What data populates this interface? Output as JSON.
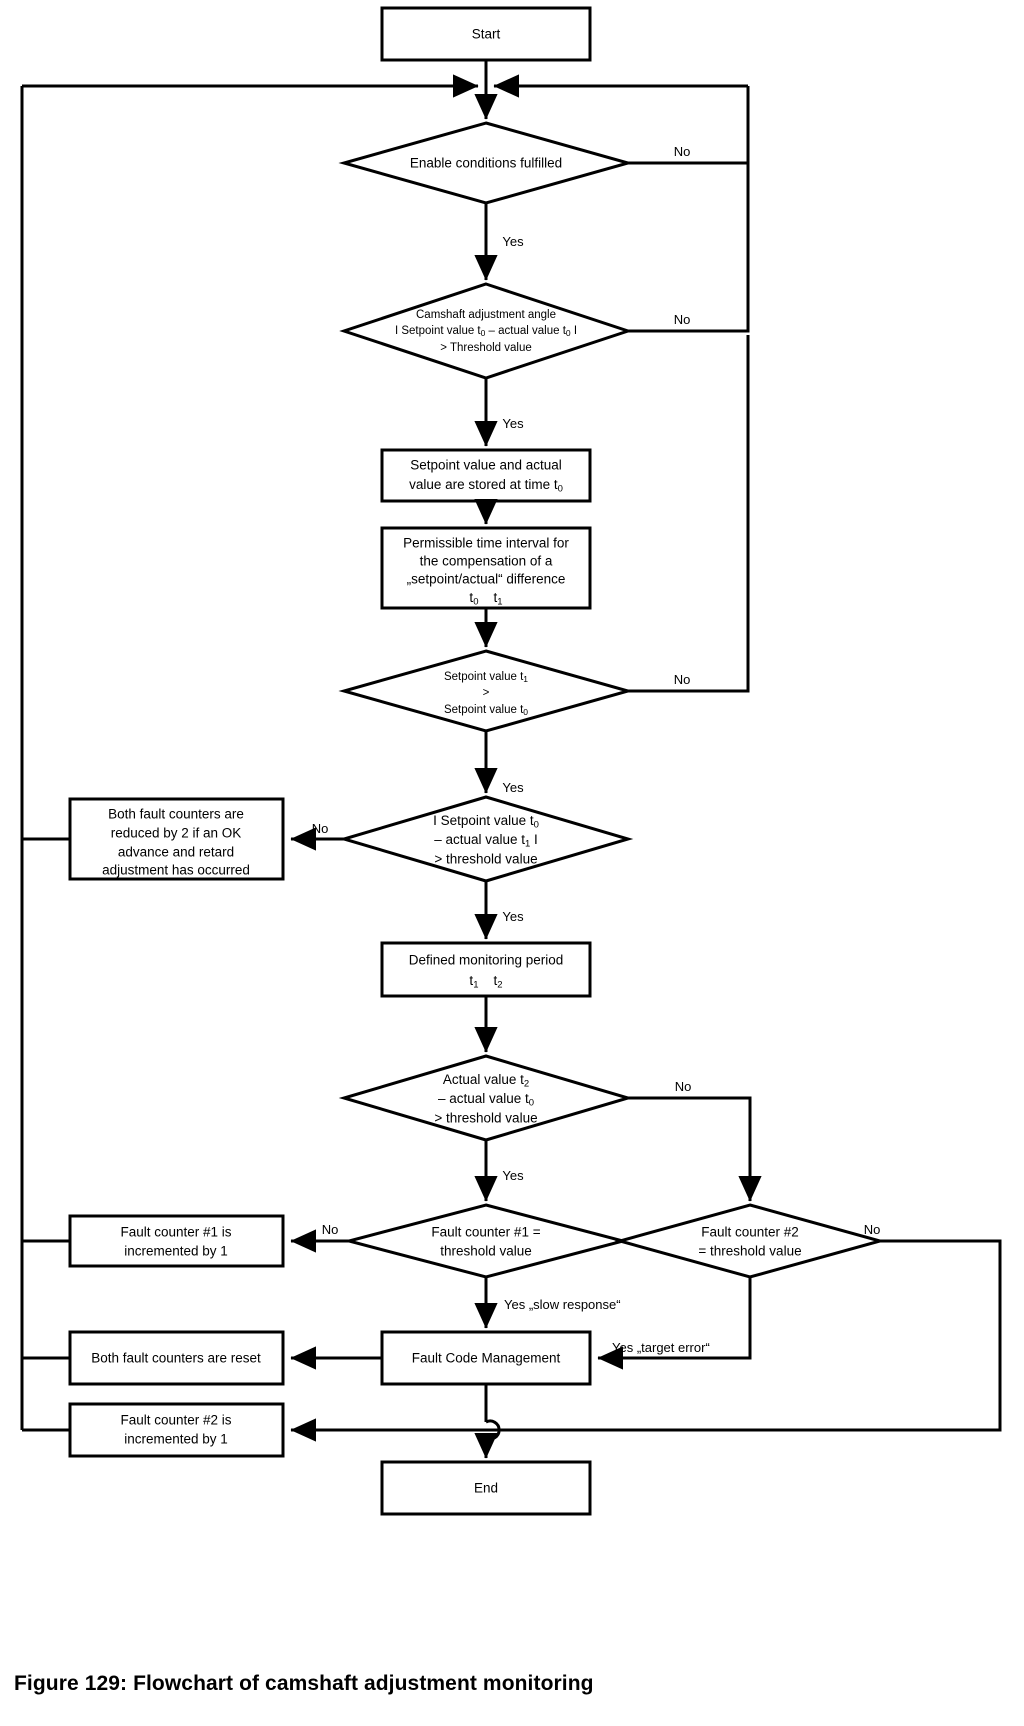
{
  "figure": {
    "caption": "Figure 129: Flowchart of camshaft adjustment monitoring",
    "background_color": "#ffffff",
    "line_color": "#000000"
  },
  "chart_data": {
    "type": "diagram",
    "title": "Flowchart of camshaft adjustment monitoring",
    "nodes": [
      {
        "id": "start",
        "shape": "rect",
        "lines": [
          "Start"
        ]
      },
      {
        "id": "enable",
        "shape": "diamond",
        "lines": [
          "Enable conditions fulfilled"
        ]
      },
      {
        "id": "camshaft",
        "shape": "diamond",
        "lines": [
          "Camshaft adjustment angle",
          "I Setpoint value t0 – actual value t0 I",
          "> Threshold value"
        ]
      },
      {
        "id": "store",
        "shape": "rect",
        "lines": [
          "Setpoint value and actual",
          "value are stored at time t0"
        ]
      },
      {
        "id": "permissible",
        "shape": "rect",
        "lines": [
          "Permissible time interval for",
          "the compensation of a",
          "„setpoint/actual“ difference",
          "t0    t1"
        ]
      },
      {
        "id": "setpoint_cmp",
        "shape": "diamond",
        "lines": [
          "Setpoint value t1",
          ">",
          "Setpoint value t0"
        ]
      },
      {
        "id": "reduce",
        "shape": "rect",
        "lines": [
          "Both fault counters are",
          "reduced by 2 if an OK",
          "advance and retard",
          "adjustment has occurred"
        ]
      },
      {
        "id": "setpoint_act",
        "shape": "diamond",
        "lines": [
          "I Setpoint value t0",
          "– actual value t1 I",
          "> threshold value"
        ]
      },
      {
        "id": "monitoring",
        "shape": "rect",
        "lines": [
          "Defined monitoring period",
          "t1    t2"
        ]
      },
      {
        "id": "actual_cmp",
        "shape": "diamond",
        "lines": [
          "Actual value t2",
          "– actual value t0",
          ">  threshold value"
        ]
      },
      {
        "id": "fc1_thresh",
        "shape": "diamond",
        "lines": [
          "Fault counter #1 =",
          "threshold value"
        ]
      },
      {
        "id": "fc2_thresh",
        "shape": "diamond",
        "lines": [
          "Fault counter #2",
          "= threshold value"
        ]
      },
      {
        "id": "fc1_inc",
        "shape": "rect",
        "lines": [
          "Fault counter #1 is",
          "incremented by 1"
        ]
      },
      {
        "id": "fcm",
        "shape": "rect",
        "lines": [
          "Fault Code Management"
        ]
      },
      {
        "id": "reset",
        "shape": "rect",
        "lines": [
          "Both fault counters are reset"
        ]
      },
      {
        "id": "fc2_inc",
        "shape": "rect",
        "lines": [
          "Fault counter #2 is",
          "incremented by 1"
        ]
      },
      {
        "id": "end",
        "shape": "rect",
        "lines": [
          "End"
        ]
      }
    ],
    "edges": [
      {
        "from": "start",
        "to": "enable",
        "label": ""
      },
      {
        "from": "enable",
        "to": "loop",
        "label": "No"
      },
      {
        "from": "enable",
        "to": "camshaft",
        "label": "Yes"
      },
      {
        "from": "camshaft",
        "to": "loop",
        "label": "No"
      },
      {
        "from": "camshaft",
        "to": "store",
        "label": "Yes"
      },
      {
        "from": "store",
        "to": "permissible",
        "label": ""
      },
      {
        "from": "permissible",
        "to": "setpoint_cmp",
        "label": ""
      },
      {
        "from": "setpoint_cmp",
        "to": "loop",
        "label": "No"
      },
      {
        "from": "setpoint_cmp",
        "to": "setpoint_act",
        "label": "Yes"
      },
      {
        "from": "setpoint_act",
        "to": "reduce",
        "label": "No"
      },
      {
        "from": "setpoint_act",
        "to": "monitoring",
        "label": "Yes"
      },
      {
        "from": "monitoring",
        "to": "actual_cmp",
        "label": ""
      },
      {
        "from": "actual_cmp",
        "to": "fc2_thresh",
        "label": "No"
      },
      {
        "from": "actual_cmp",
        "to": "fc1_thresh",
        "label": "Yes"
      },
      {
        "from": "fc1_thresh",
        "to": "fc1_inc",
        "label": "No"
      },
      {
        "from": "fc1_thresh",
        "to": "fcm",
        "label": "Yes  „slow response“"
      },
      {
        "from": "fc2_thresh",
        "to": "fc2_inc",
        "label": "No"
      },
      {
        "from": "fc2_thresh",
        "to": "fcm",
        "label": "Yes  „target error“"
      },
      {
        "from": "fcm",
        "to": "reset",
        "label": ""
      },
      {
        "from": "fcm",
        "to": "end",
        "label": ""
      }
    ]
  },
  "nodes": {
    "start": {
      "label": "Start"
    },
    "enable": {
      "label": "Enable conditions fulfilled"
    },
    "camshaft": {
      "line1": "Camshaft adjustment angle",
      "line2_a": "I Setpoint value t",
      "line2_sub1": "0",
      "line2_b": " – actual value t",
      "line2_sub2": "0",
      "line2_c": " I",
      "line3": "> Threshold value"
    },
    "store": {
      "line1": "Setpoint value and actual",
      "line2_a": "value are stored at time t",
      "line2_sub": "0"
    },
    "permissible": {
      "line1": "Permissible time interval for",
      "line2": "the compensation of a",
      "line3": "„setpoint/actual“ difference",
      "line4_a": "t",
      "line4_sub1": "0",
      "line4_b": "t",
      "line4_sub2": "1"
    },
    "setpoint_cmp": {
      "line1_a": "Setpoint value t",
      "line1_sub": "1",
      "line2": ">",
      "line3_a": "Setpoint value t",
      "line3_sub": "0"
    },
    "reduce": {
      "line1": "Both fault counters are",
      "line2": "reduced by 2 if an OK",
      "line3": "advance and retard",
      "line4": "adjustment has occurred"
    },
    "setpoint_act": {
      "line1_a": "I Setpoint value t",
      "line1_sub": "0",
      "line2_a": "– actual value t",
      "line2_sub": "1",
      "line2_b": " I",
      "line3": "> threshold value"
    },
    "monitoring": {
      "line1": "Defined monitoring period",
      "line2_a": "t",
      "line2_sub1": "1",
      "line2_b": "t",
      "line2_sub2": "2"
    },
    "actual_cmp": {
      "line1_a": "Actual value t",
      "line1_sub": "2",
      "line2_a": "– actual value t",
      "line2_sub": "0",
      "line3": ">  threshold value"
    },
    "fc1_thresh": {
      "line1": "Fault counter #1 =",
      "line2": "threshold value"
    },
    "fc2_thresh": {
      "line1": "Fault counter #2",
      "line2": "= threshold value"
    },
    "fc1_inc": {
      "line1": "Fault counter #1 is",
      "line2": "incremented by 1"
    },
    "fcm": {
      "label": "Fault Code Management"
    },
    "reset": {
      "label": "Both fault counters are reset"
    },
    "fc2_inc": {
      "line1": "Fault counter #2 is",
      "line2": "incremented by 1"
    },
    "end": {
      "label": "End"
    }
  },
  "edge_labels": {
    "enable_no": "No",
    "enable_yes": "Yes",
    "camshaft_no": "No",
    "camshaft_yes": "Yes",
    "setpoint_cmp_no": "No",
    "setpoint_cmp_yes": "Yes",
    "setpoint_act_no": "No",
    "setpoint_act_yes": "Yes",
    "actual_cmp_no": "No",
    "actual_cmp_yes": "Yes",
    "fc1_no": "No",
    "fc1_yes": "Yes  „slow response“",
    "fc2_no": "No",
    "fc2_yes": "Yes  „target error“"
  }
}
